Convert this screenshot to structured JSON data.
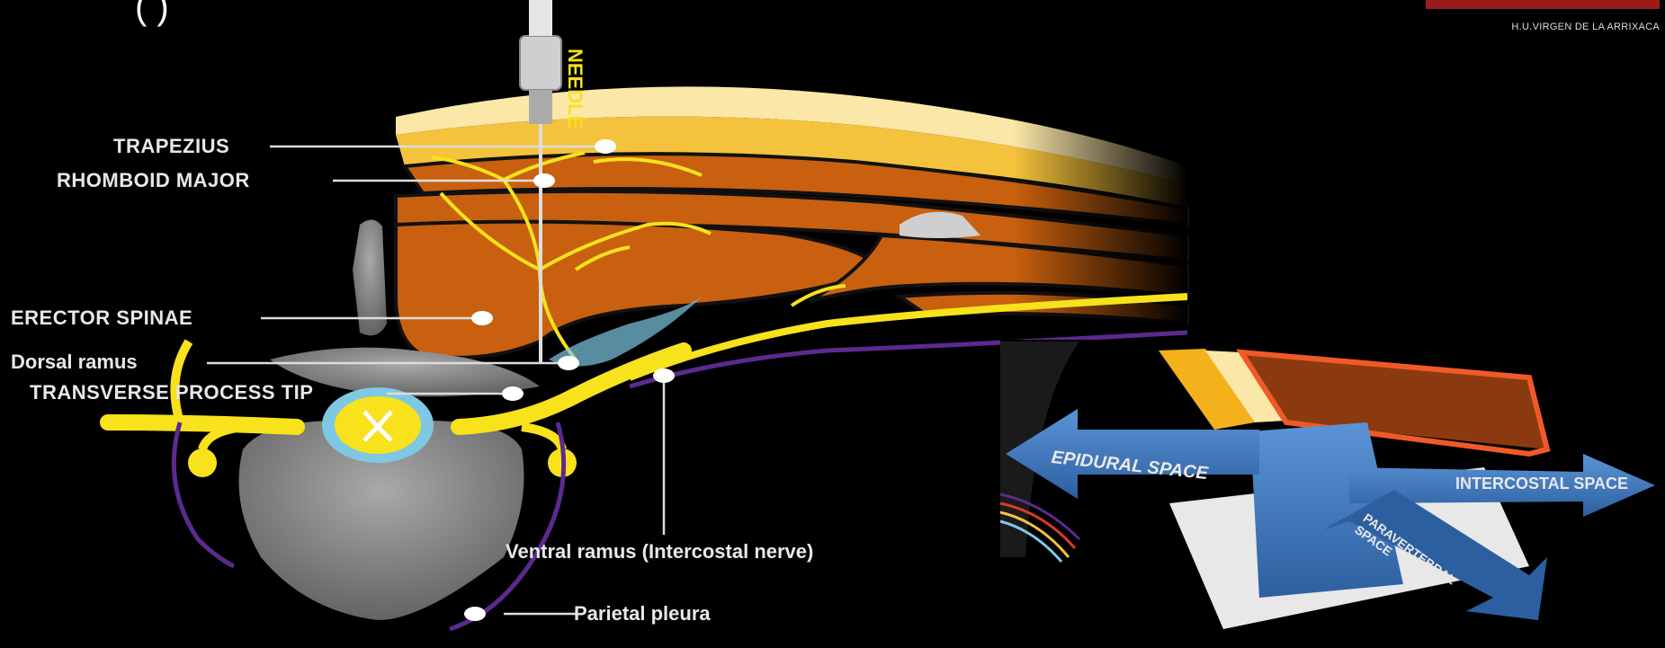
{
  "header": {
    "partial_text": "(          )"
  },
  "credit": {
    "institution": "H.U.VIRGEN DE LA ARRIXACA"
  },
  "needle": {
    "label": "NEEDLE"
  },
  "labels": {
    "trapezius": "TRAPEZIUS",
    "rhomboid": "RHOMBOID MAJOR",
    "erector": "ERECTOR SPINAE",
    "dorsal": "Dorsal ramus",
    "transverse": "TRANSVERSE PROCESS TIP",
    "ventral": "Ventral ramus (Intercostal nerve)",
    "pleura": "Parietal pleura"
  },
  "inset": {
    "epidural": "EPIDURAL SPACE",
    "intercostal": "INTERCOSTAL SPACE",
    "paravertebral": "PARAVERTEBRAL SPACE"
  },
  "colors": {
    "muscle": "#c8600f",
    "fat": "#f4c23c",
    "skin": "#fbe7a8",
    "nerve": "#f7e21c",
    "pleura": "#5b2a8e",
    "bone": "#8a8a8a",
    "arrow": "#3a78c3"
  }
}
